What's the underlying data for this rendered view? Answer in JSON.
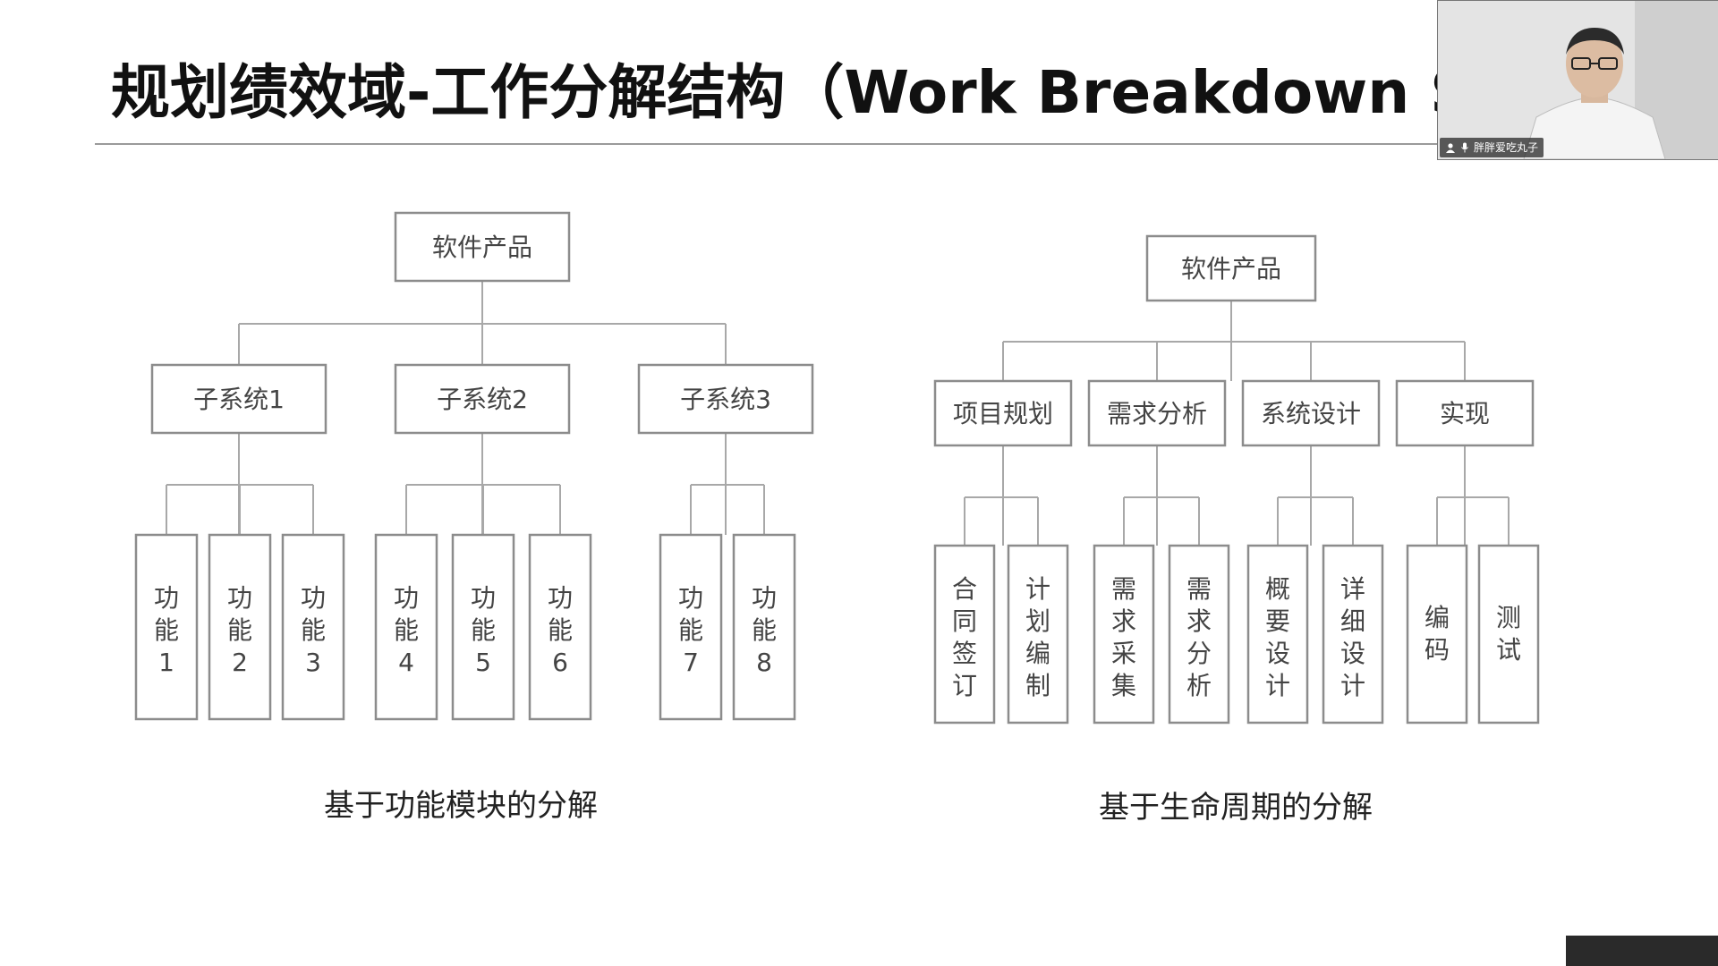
{
  "slide": {
    "title": "规划绩效域-工作分解结构（Work Breakdown Structure"
  },
  "left_tree": {
    "root": "软件产品",
    "subsystems": [
      "子系统1",
      "子系统2",
      "子系统3"
    ],
    "leaves": [
      [
        "功",
        "能",
        "1"
      ],
      [
        "功",
        "能",
        "2"
      ],
      [
        "功",
        "能",
        "3"
      ],
      [
        "功",
        "能",
        "4"
      ],
      [
        "功",
        "能",
        "5"
      ],
      [
        "功",
        "能",
        "6"
      ],
      [
        "功",
        "能",
        "7"
      ],
      [
        "功",
        "能",
        "8"
      ]
    ],
    "caption": "基于功能模块的分解"
  },
  "right_tree": {
    "root": "软件产品",
    "phases": [
      "项目规划",
      "需求分析",
      "系统设计",
      "实现"
    ],
    "leaves": [
      [
        "合",
        "同",
        "签",
        "订"
      ],
      [
        "计",
        "划",
        "编",
        "制"
      ],
      [
        "需",
        "求",
        "采",
        "集"
      ],
      [
        "需",
        "求",
        "分",
        "析"
      ],
      [
        "概",
        "要",
        "设",
        "计"
      ],
      [
        "详",
        "细",
        "设",
        "计"
      ],
      [
        "编",
        "码"
      ],
      [
        "测",
        "试"
      ]
    ],
    "caption": "基于生命周期的分解"
  },
  "video": {
    "participant_name": "胖胖爱吃丸子",
    "icons": [
      "person-icon",
      "microphone-icon"
    ]
  }
}
